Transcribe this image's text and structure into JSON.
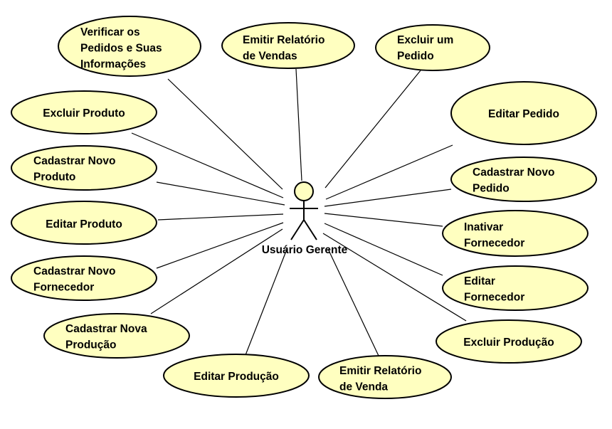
{
  "diagram": {
    "colors": {
      "use_case_fill": "#FFFFC0",
      "stroke": "#000000",
      "background": "#FFFFFF"
    },
    "actor": {
      "name": "Usuário Gerente",
      "icon": "stick-figure-icon"
    },
    "use_cases": [
      {
        "id": "verificar-pedidos",
        "lines": [
          "Verificar os",
          "Pedidos e Suas",
          "Informações"
        ]
      },
      {
        "id": "emitir-relatorio-vendas",
        "lines": [
          "Emitir Relatório",
          "de Vendas"
        ]
      },
      {
        "id": "excluir-pedido",
        "lines": [
          "Excluir um",
          "Pedido"
        ]
      },
      {
        "id": "excluir-produto",
        "lines": [
          "Excluir Produto"
        ]
      },
      {
        "id": "editar-pedido",
        "lines": [
          "Editar Pedido"
        ]
      },
      {
        "id": "cadastrar-novo-produto",
        "lines": [
          "Cadastrar Novo",
          "Produto"
        ]
      },
      {
        "id": "cadastrar-novo-pedido",
        "lines": [
          "Cadastrar Novo",
          "Pedido"
        ]
      },
      {
        "id": "editar-produto",
        "lines": [
          "Editar Produto"
        ]
      },
      {
        "id": "inativar-fornecedor",
        "lines": [
          "Inativar",
          "Fornecedor"
        ]
      },
      {
        "id": "cadastrar-novo-fornecedor",
        "lines": [
          "Cadastrar Novo",
          "Fornecedor"
        ]
      },
      {
        "id": "editar-fornecedor",
        "lines": [
          "Editar",
          "Fornecedor"
        ]
      },
      {
        "id": "cadastrar-nova-producao",
        "lines": [
          "Cadastrar Nova",
          "Produção"
        ]
      },
      {
        "id": "excluir-producao",
        "lines": [
          "Excluir Produção"
        ]
      },
      {
        "id": "editar-producao",
        "lines": [
          "Editar Produção"
        ]
      },
      {
        "id": "emitir-relatorio-venda",
        "lines": [
          "Emitir Relatório",
          "de Venda"
        ]
      }
    ]
  }
}
